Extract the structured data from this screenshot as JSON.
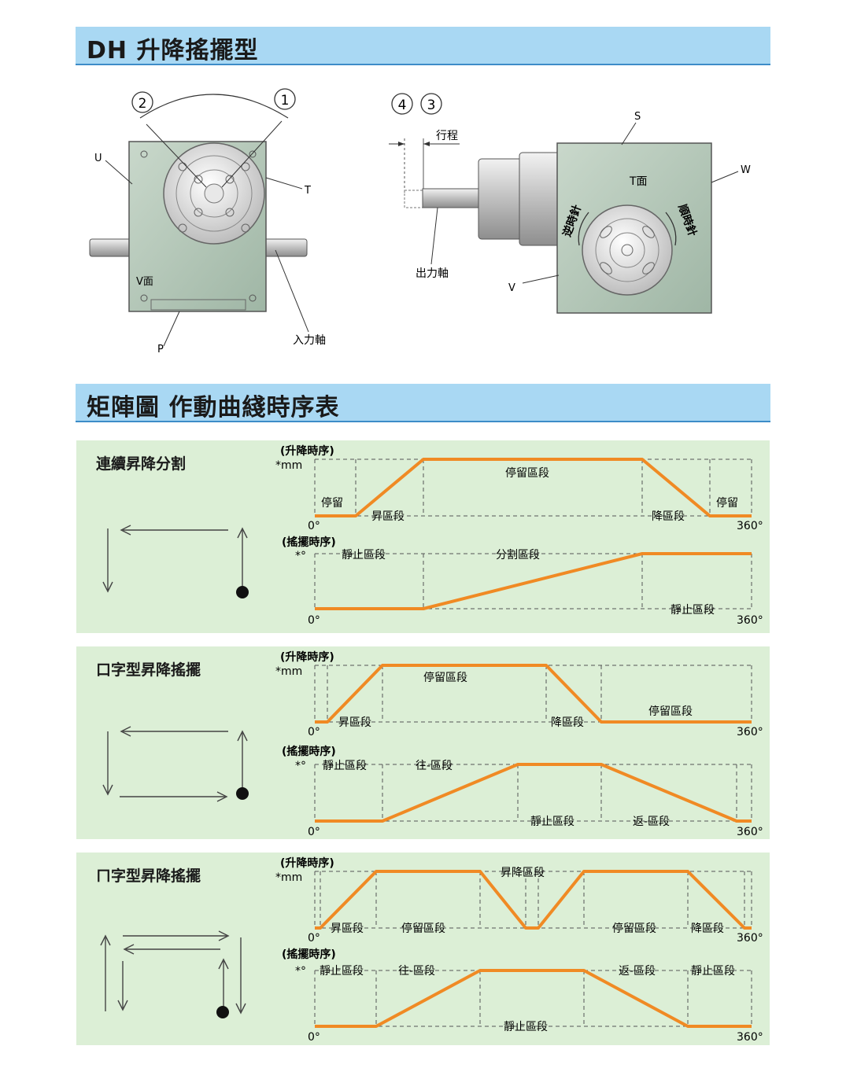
{
  "section1_title": "DH 升降搖擺型",
  "section2_title": "矩陣圖 作動曲綫時序表",
  "left_view": {
    "circle1": "2",
    "circle2": "1",
    "label_U": "U",
    "label_T": "T",
    "label_V": "V面",
    "label_P": "P",
    "label_input": "入力軸"
  },
  "right_view": {
    "circle1": "4",
    "circle2": "3",
    "label_stroke": "行程",
    "label_output": "出力軸",
    "label_S": "S",
    "label_W": "W",
    "label_T": "T面",
    "label_V": "V",
    "label_ccw": "逆時針",
    "label_cw": "順時針"
  },
  "colors": {
    "curve": "#f08a24",
    "panel": "#dcefd6",
    "bar": "#a9d8f3",
    "body": "#b8ccbc"
  },
  "panels": [
    {
      "title": "連續昇降分割",
      "lift_title": "(升降時序)",
      "lift_unit": "*mm",
      "swing_title": "(搖擺時序)",
      "swing_unit": "*°",
      "start": "0°",
      "end": "360°",
      "lift_labels": [
        "停留",
        "昇區段",
        "停留區段",
        "降區段",
        "停留"
      ],
      "swing_labels": [
        "靜止區段",
        "分割區段",
        "靜止區段"
      ]
    },
    {
      "title": "口字型昇降搖擺",
      "lift_title": "(升降時序)",
      "lift_unit": "*mm",
      "swing_title": "(搖擺時序)",
      "swing_unit": "*°",
      "start": "0°",
      "end": "360°",
      "lift_labels": [
        "昇區段",
        "停留區段",
        "降區段",
        "停留區段"
      ],
      "swing_labels": [
        "靜止區段",
        "往-區段",
        "靜止區段",
        "返-區段"
      ]
    },
    {
      "title": "ㄇ字型昇降搖擺",
      "lift_title": "(升降時序)",
      "lift_unit": "*mm",
      "swing_title": "(搖擺時序)",
      "swing_unit": "*°",
      "start": "0°",
      "end": "360°",
      "lift_labels": [
        "昇區段",
        "停留區段",
        "昇降區段",
        "停留區段",
        "降區段"
      ],
      "swing_labels": [
        "靜止區段",
        "往-區段",
        "靜止區段",
        "返-區段",
        "靜止區段"
      ]
    }
  ]
}
